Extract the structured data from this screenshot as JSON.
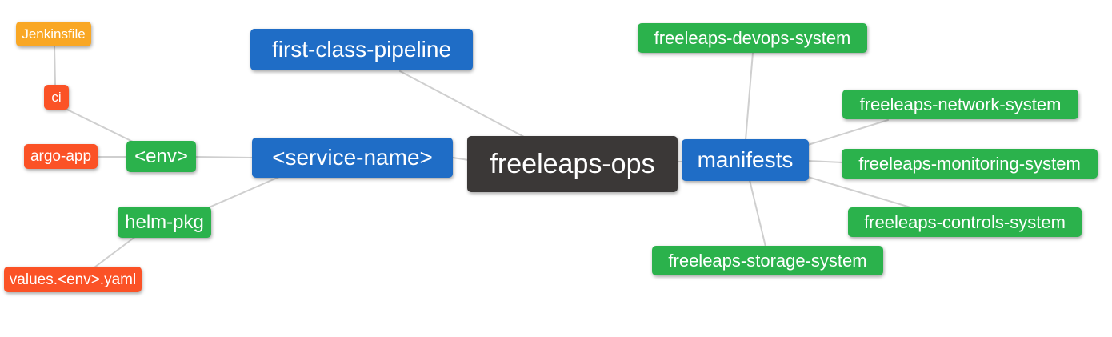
{
  "diagram": {
    "type": "mindmap",
    "root_label": "freeleaps-ops",
    "nodes": [
      {
        "id": "freeleaps-ops",
        "label": "freeleaps-ops",
        "level": 0
      },
      {
        "id": "first-class-pipeline",
        "label": "first-class-pipeline",
        "level": 1
      },
      {
        "id": "service-name",
        "label": "<service-name>",
        "level": 1
      },
      {
        "id": "manifests",
        "label": "manifests",
        "level": 1
      },
      {
        "id": "env",
        "label": "<env>",
        "level": 2
      },
      {
        "id": "helm-pkg",
        "label": "helm-pkg",
        "level": 2
      },
      {
        "id": "ci",
        "label": "ci",
        "level": 3
      },
      {
        "id": "argo-app",
        "label": "argo-app",
        "level": 3
      },
      {
        "id": "values-env-yaml",
        "label": "values.<env>.yaml",
        "level": 3
      },
      {
        "id": "jenkinsfile",
        "label": "Jenkinsfile",
        "level": 4
      },
      {
        "id": "freeleaps-devops-system",
        "label": "freeleaps-devops-system",
        "level": 2
      },
      {
        "id": "freeleaps-network-system",
        "label": "freeleaps-network-system",
        "level": 2
      },
      {
        "id": "freeleaps-monitoring-system",
        "label": "freeleaps-monitoring-system",
        "level": 2
      },
      {
        "id": "freeleaps-controls-system",
        "label": "freeleaps-controls-system",
        "level": 2
      },
      {
        "id": "freeleaps-storage-system",
        "label": "freeleaps-storage-system",
        "level": 2
      }
    ],
    "edges": [
      [
        "freeleaps-ops",
        "first-class-pipeline"
      ],
      [
        "freeleaps-ops",
        "<service-name>"
      ],
      [
        "freeleaps-ops",
        "manifests"
      ],
      [
        "<service-name>",
        "<env>"
      ],
      [
        "<service-name>",
        "helm-pkg"
      ],
      [
        "<env>",
        "ci"
      ],
      [
        "<env>",
        "argo-app"
      ],
      [
        "ci",
        "Jenkinsfile"
      ],
      [
        "helm-pkg",
        "values.<env>.yaml"
      ],
      [
        "manifests",
        "freeleaps-devops-system"
      ],
      [
        "manifests",
        "freeleaps-network-system"
      ],
      [
        "manifests",
        "freeleaps-monitoring-system"
      ],
      [
        "manifests",
        "freeleaps-controls-system"
      ],
      [
        "manifests",
        "freeleaps-storage-system"
      ]
    ]
  },
  "colors": {
    "root": "#3B3837",
    "level1": "#1F6DC6",
    "level2": "#2BB24C",
    "level3": "#FB5226",
    "level4": "#F9A724",
    "edge": "#CFCFCF",
    "text": "#FFFFFF",
    "background": "#FFFFFF"
  }
}
